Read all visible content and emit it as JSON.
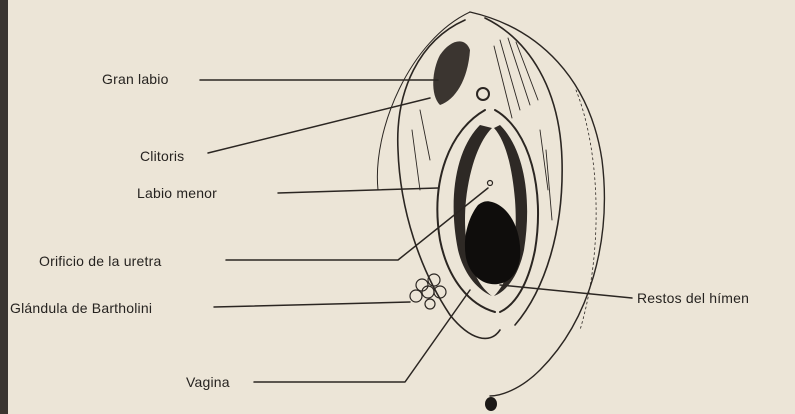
{
  "labels": {
    "gran_labio": "Gran labio",
    "clitoris": "Clitoris",
    "labio_menor": "Labio menor",
    "orificio_uretra": "Orificio de la uretra",
    "glandula_bartholini": "Glándula de Bartholini",
    "restos_himen": "Restos del hímen",
    "vagina": "Vagina"
  },
  "colors": {
    "paper": "#ece5d7",
    "ink": "#2b2622"
  }
}
